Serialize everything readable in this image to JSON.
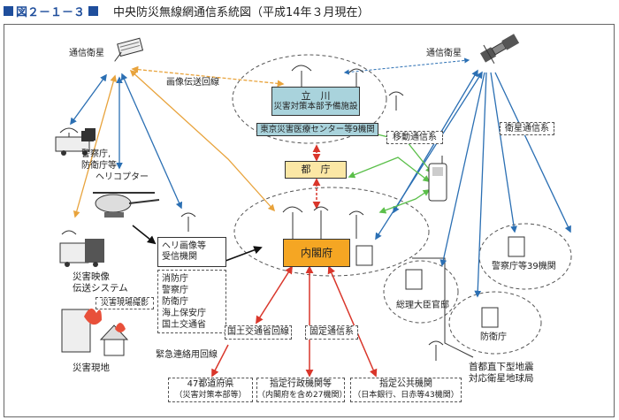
{
  "header": {
    "figure_no": "図２－１－３",
    "title": "中央防災無線網通信系統図（平成14年３月現在）"
  },
  "nodes": {
    "sat_left": "通信衛星",
    "sat_right": "通信衛星",
    "img_line": "画像伝送回線",
    "tachikawa_name": "立　川",
    "tachikawa_sub": "災害対策本部予備施設",
    "tokyo_medical": "東京災害医療センター等9機関",
    "mobile_comm": "移動通信系",
    "tocho": "都　庁",
    "sat_comm": "衛星通信系",
    "heli_label_1": "警察庁,",
    "heli_label_2": "防衛庁等",
    "heli_label_3": "ヘリコプター",
    "heli_recv_1": "ヘリ画像等",
    "heli_recv_2": "受信機関",
    "agencies": [
      "消防庁",
      "警察庁",
      "防衛庁",
      "海上保安庁",
      "国土交通省"
    ],
    "cabinet": "内閣府",
    "pm_residence": "総理大臣官邸",
    "npa39": "警察庁等39機関",
    "defense": "防衛庁",
    "metro_quake_1": "首都直下型地震",
    "metro_quake_2": "対応衛星地球局",
    "disaster_video_1": "災害映像",
    "disaster_video_2": "伝送システム",
    "disaster_shoot": "災害現場撮影",
    "disaster_site": "災害現地",
    "mlit_line": "国土交通省回線",
    "fixed_comm": "固定通信系",
    "emergency_line": "緊急連絡用回線",
    "pref_1": "47都道府県",
    "pref_2": "（災害対策本部等）",
    "gov_1": "指定行政機関等",
    "gov_2": "（内閣府を含め27機関）",
    "public_1": "指定公共機関",
    "public_2": "（日本銀行、日赤等43機関）"
  },
  "colors": {
    "brand": "#1f4e9c",
    "tachikawa_fill": "#a9d3dc",
    "tocho_fill": "#fbe7a5",
    "cabinet_fill": "#f5a623",
    "arrow_blue": "#2b6fb3",
    "arrow_orange": "#e8a33c",
    "arrow_green": "#5bbf4a",
    "arrow_red": "#d9362b"
  }
}
